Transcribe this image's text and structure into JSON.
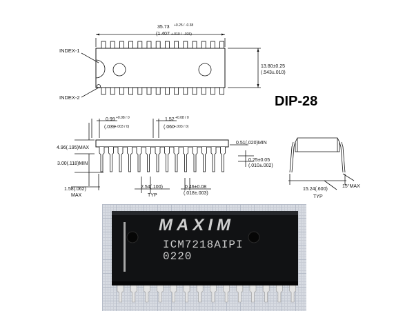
{
  "package": {
    "title": "DIP-28",
    "pin_count": 28,
    "pins_per_side": 14
  },
  "top_view": {
    "length_mm": "35.73",
    "length_tol_mm": "+0.25 / -0.38",
    "length_in": "(1.407",
    "length_tol_in": "+.010 / -.015)",
    "width_label": "13.80±0.25",
    "width_in_label": "(.543±.010)",
    "index1": "INDEX-1",
    "index2": "INDEX-2"
  },
  "side_view": {
    "lead_wide_mm": "0.99",
    "lead_wide_tol": "+0.08 / 0",
    "lead_wide_in": "(.039",
    "lead_wide_in_tol": "+.003 / 0)",
    "lead_shoulder_mm": "1.52",
    "lead_shoulder_tol": "+0.08 / 0",
    "lead_shoulder_in": "(.060",
    "lead_shoulder_in_tol": "+.003 / 0)",
    "height_max": "4.96(.195)MAX",
    "seat_min": "3.00(.118)MIN",
    "standoff": "0.51(.020)MIN",
    "lead_thk": "0.25±0.05",
    "lead_thk_in": "(.010±.002)",
    "end_max": "1.58(.062)",
    "end_max_word": "MAX",
    "pitch": "2.54(.100)",
    "pitch_word": "TYP",
    "lead_width": "0.46±0.08",
    "lead_width_in": "(.018±.003)"
  },
  "end_view": {
    "row_spacing": "15.24(.600)",
    "row_spacing_word": "TYP",
    "angle": "15°MAX"
  },
  "photo": {
    "logo": "MAXIM",
    "part_number": "ICM7218AIPI",
    "date_code": "0220"
  }
}
